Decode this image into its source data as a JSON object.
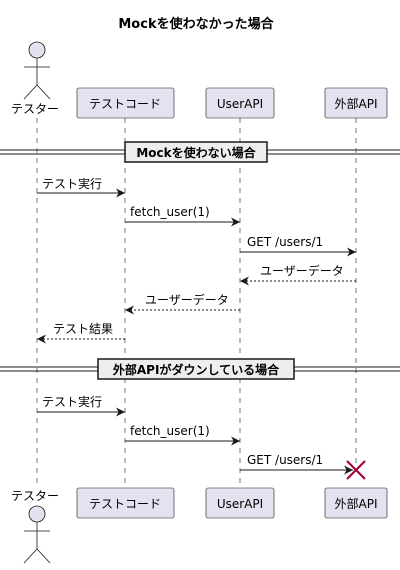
{
  "title": "Mockを使わなかった場合",
  "participants": {
    "tester": "テスター",
    "testcode": "テストコード",
    "userapi": "UserAPI",
    "external": "外部API"
  },
  "dividers": {
    "d1": "Mockを使わない場合",
    "d2": "外部APIがダウンしている場合"
  },
  "messages": {
    "m1": "テスト実行",
    "m2": "fetch_user(1)",
    "m3": "GET /users/1",
    "m4": "ユーザーデータ",
    "m5": "ユーザーデータ",
    "m6": "テスト結果",
    "m7": "テスト実行",
    "m8": "fetch_user(1)",
    "m9": "GET /users/1"
  },
  "colors": {
    "participant_fill": "#e2e2f0",
    "destroy_mark": "#a80036",
    "divider_fill": "#eeeeee"
  }
}
